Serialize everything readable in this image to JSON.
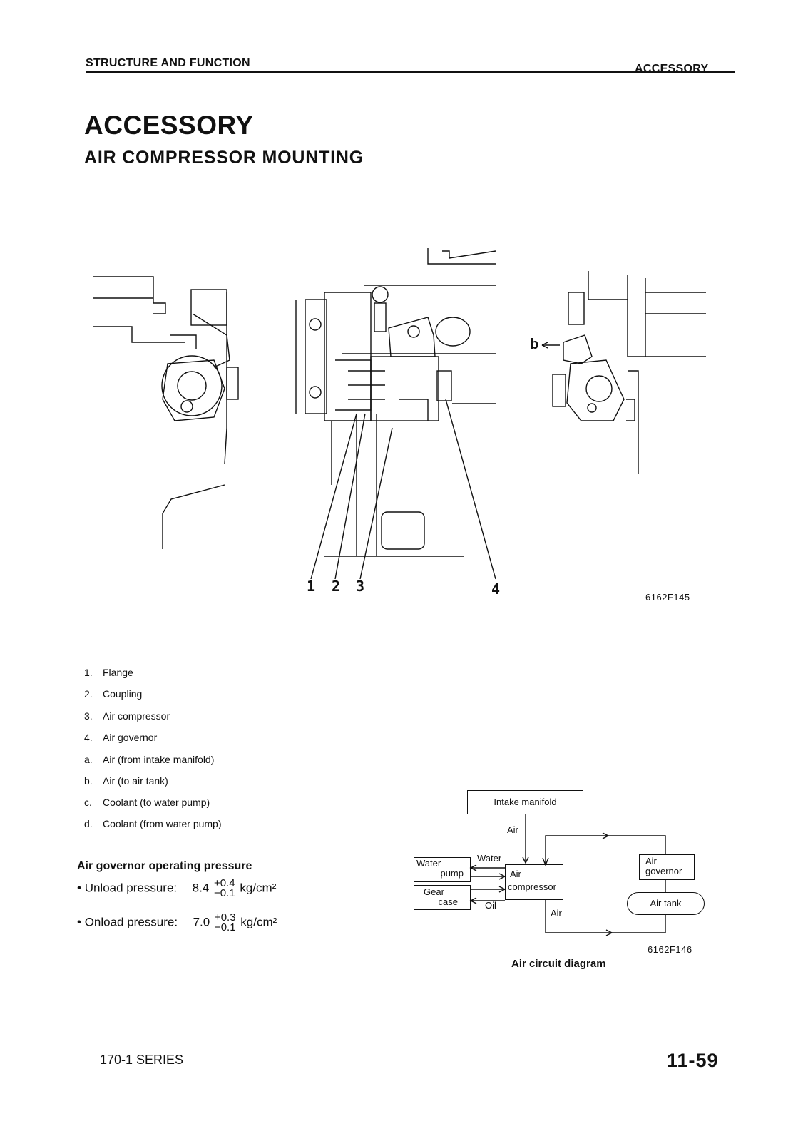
{
  "header": {
    "left": "STRUCTURE AND FUNCTION",
    "right": "ACCESSORY"
  },
  "title": "ACCESSORY",
  "subtitle": "AIR COMPRESSOR MOUNTING",
  "figure": {
    "code": "6162F145",
    "callouts": [
      "1",
      "2",
      "3",
      "4"
    ],
    "label_b": "b"
  },
  "legend": [
    {
      "key": "1.",
      "text": "Flange"
    },
    {
      "key": "2.",
      "text": "Coupling"
    },
    {
      "key": "3.",
      "text": "Air compressor"
    },
    {
      "key": "4.",
      "text": "Air governor"
    },
    {
      "key": "a.",
      "text": "Air (from intake manifold)"
    },
    {
      "key": "b.",
      "text": "Air (to air tank)"
    },
    {
      "key": "c.",
      "text": "Coolant (to water pump)"
    },
    {
      "key": "d.",
      "text": "Coolant (from water pump)"
    }
  ],
  "pressure": {
    "title": "Air governor operating pressure",
    "unload": {
      "label": "Unload pressure:",
      "value": "8.4",
      "plus": "+0.4",
      "minus": "−0.1",
      "unit": "kg/cm²"
    },
    "onload": {
      "label": "Onload pressure:",
      "value": "7.0",
      "plus": "+0.3",
      "minus": "−0.1",
      "unit": "kg/cm²"
    }
  },
  "diagram": {
    "code": "6162F146",
    "caption": "Air circuit diagram",
    "intake": "Intake manifold",
    "air_top": "Air",
    "water": "Water",
    "water_pump_1": "Water",
    "water_pump_2": "pump",
    "gear_1": "Gear",
    "gear_2": "case",
    "oil": "Oil",
    "compressor_1": "Air",
    "compressor_2": "compressor",
    "air_bottom": "Air",
    "governor_1": "Air",
    "governor_2": "governor",
    "tank": "Air tank"
  },
  "footer": {
    "left": "170-1 SERIES",
    "right": "11-59"
  }
}
